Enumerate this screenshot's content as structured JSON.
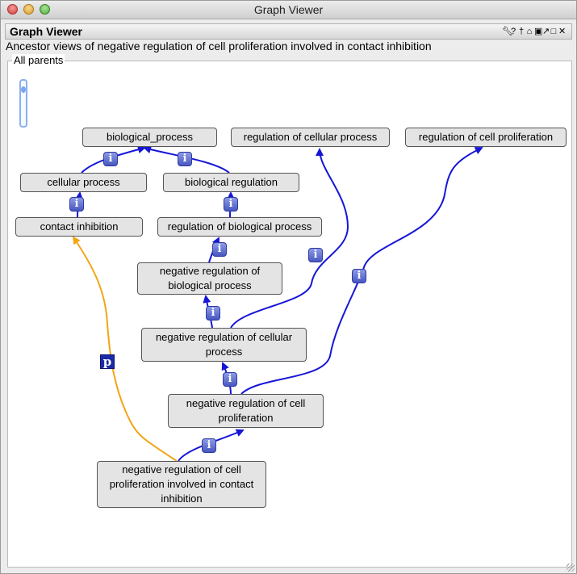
{
  "window": {
    "title": "Graph Viewer"
  },
  "panel": {
    "title": "Graph Viewer",
    "subtitle": "Ancestor views of negative regulation of cell proliferation involved in contact inhibition",
    "group_label": "All parents",
    "tools": [
      "wrench-icon",
      "help-icon",
      "pin-icon",
      "home-icon",
      "camera-icon",
      "undock-icon",
      "maximize-icon",
      "close-icon"
    ]
  },
  "colors": {
    "is_a_edge": "#1616d8",
    "part_of_edge": "#f2a516",
    "node_fill": "#e4e4e4"
  },
  "nodes": [
    {
      "id": "bp",
      "label": "biological_process"
    },
    {
      "id": "rcp",
      "label": "regulation of cellular process"
    },
    {
      "id": "rcpro",
      "label": "regulation of cell proliferation"
    },
    {
      "id": "cp",
      "label": "cellular process"
    },
    {
      "id": "br",
      "label": "biological regulation"
    },
    {
      "id": "ci",
      "label": "contact inhibition"
    },
    {
      "id": "rbp",
      "label": "regulation of biological process"
    },
    {
      "id": "nrbp",
      "label": "negative regulation of biological process"
    },
    {
      "id": "nrcp",
      "label": "negative regulation of cellular process"
    },
    {
      "id": "nrcpro",
      "label": "negative regulation of cell proliferation"
    },
    {
      "id": "target",
      "label": "negative regulation of cell proliferation involved in contact inhibition"
    }
  ],
  "badges": {
    "is_a": "i",
    "part_of": "p"
  }
}
